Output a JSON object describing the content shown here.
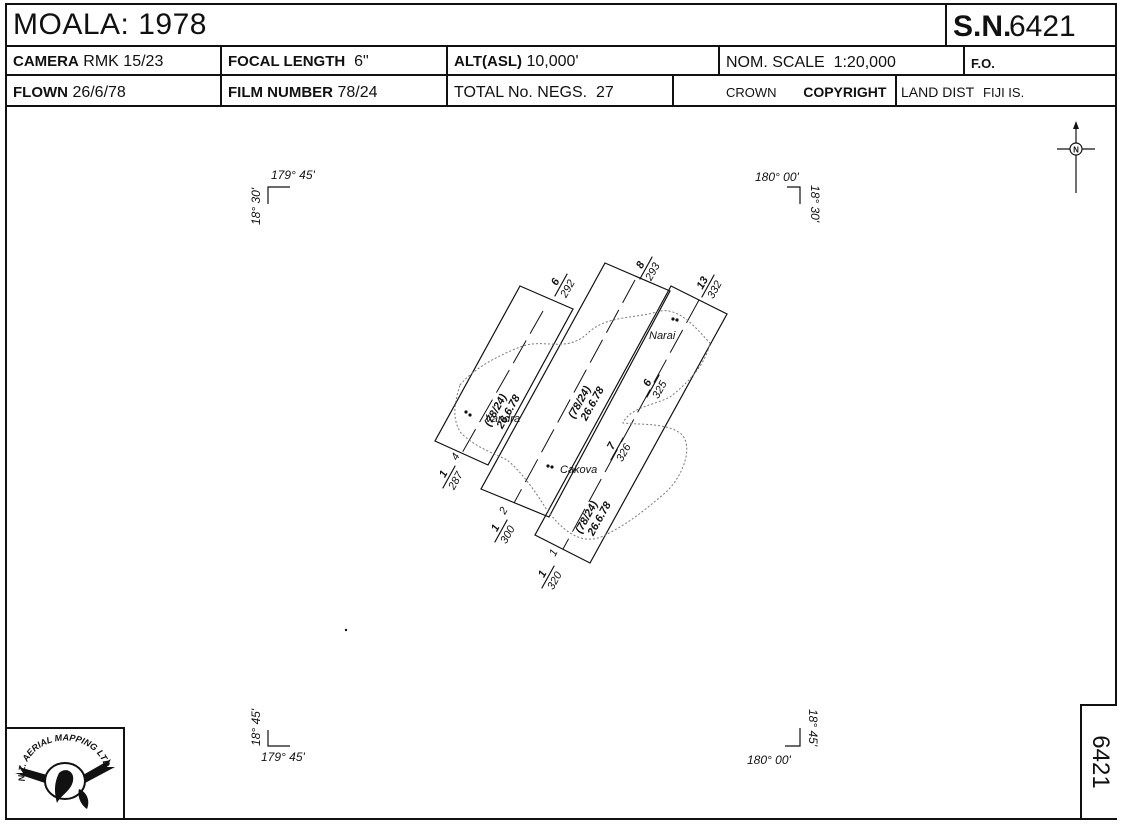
{
  "header": {
    "title": "MOALA: 1978",
    "sn_prefix": "S.N.",
    "sn_number": "6421"
  },
  "row2": {
    "camera_label": "CAMERA",
    "camera_value": "RMK 15/23",
    "focal_label": "FOCAL LENGTH",
    "focal_value": "6\"",
    "alt_label": "ALT(ASL)",
    "alt_value": "10,000'",
    "scale_label": "NOM. SCALE",
    "scale_value": "1:20,000",
    "fo_label": "F.O."
  },
  "row3": {
    "flown_label": "FLOWN",
    "flown_value": "26/6/78",
    "film_label": "FILM NUMBER",
    "film_value": "78/24",
    "negs_label": "TOTAL No. NEGS.",
    "negs_value": "27",
    "crown_label": "CROWN",
    "copyright_label": "COPYRIGHT",
    "land_label": "LAND DIST",
    "land_value": "FIJI IS."
  },
  "map": {
    "corners": {
      "nw_lon": "179° 45'",
      "nw_lat": "18° 30'",
      "ne_lon": "180° 00'",
      "ne_lat": "18° 30'",
      "sw_lon": "179° 45'",
      "sw_lat": "18° 45'",
      "se_lon": "180° 00'",
      "se_lat": "18° 45'"
    },
    "north_label": "N",
    "places": {
      "narai": "Narai",
      "vandra": "Vandra",
      "cakova": "Cakova"
    },
    "strips": [
      {
        "photo": "(78/24)",
        "date": "26.6.78"
      },
      {
        "photo": "(78/24)",
        "date": "26.6.78"
      },
      {
        "photo": "(78/24)",
        "date": "26.6.78"
      }
    ],
    "frames": {
      "f6_292": {
        "num": "6",
        "den": "292"
      },
      "f8_293": {
        "num": "8",
        "den": "293"
      },
      "f13_332": {
        "num": "13",
        "den": "332"
      },
      "f6_325": {
        "num": "6",
        "den": "325"
      },
      "f7_326": {
        "num": "7",
        "den": "326"
      },
      "f1_287": {
        "num": "1",
        "den": "287"
      },
      "f1_300": {
        "num": "1",
        "den": "300"
      },
      "f1_320": {
        "num": "1",
        "den": "320"
      }
    },
    "strip_numbers": {
      "s4": "4",
      "s2": "2",
      "s1": "1"
    }
  },
  "logo": {
    "text": "N.Z. AERIAL MAPPING LTD"
  },
  "stamp": {
    "number": "6421"
  }
}
